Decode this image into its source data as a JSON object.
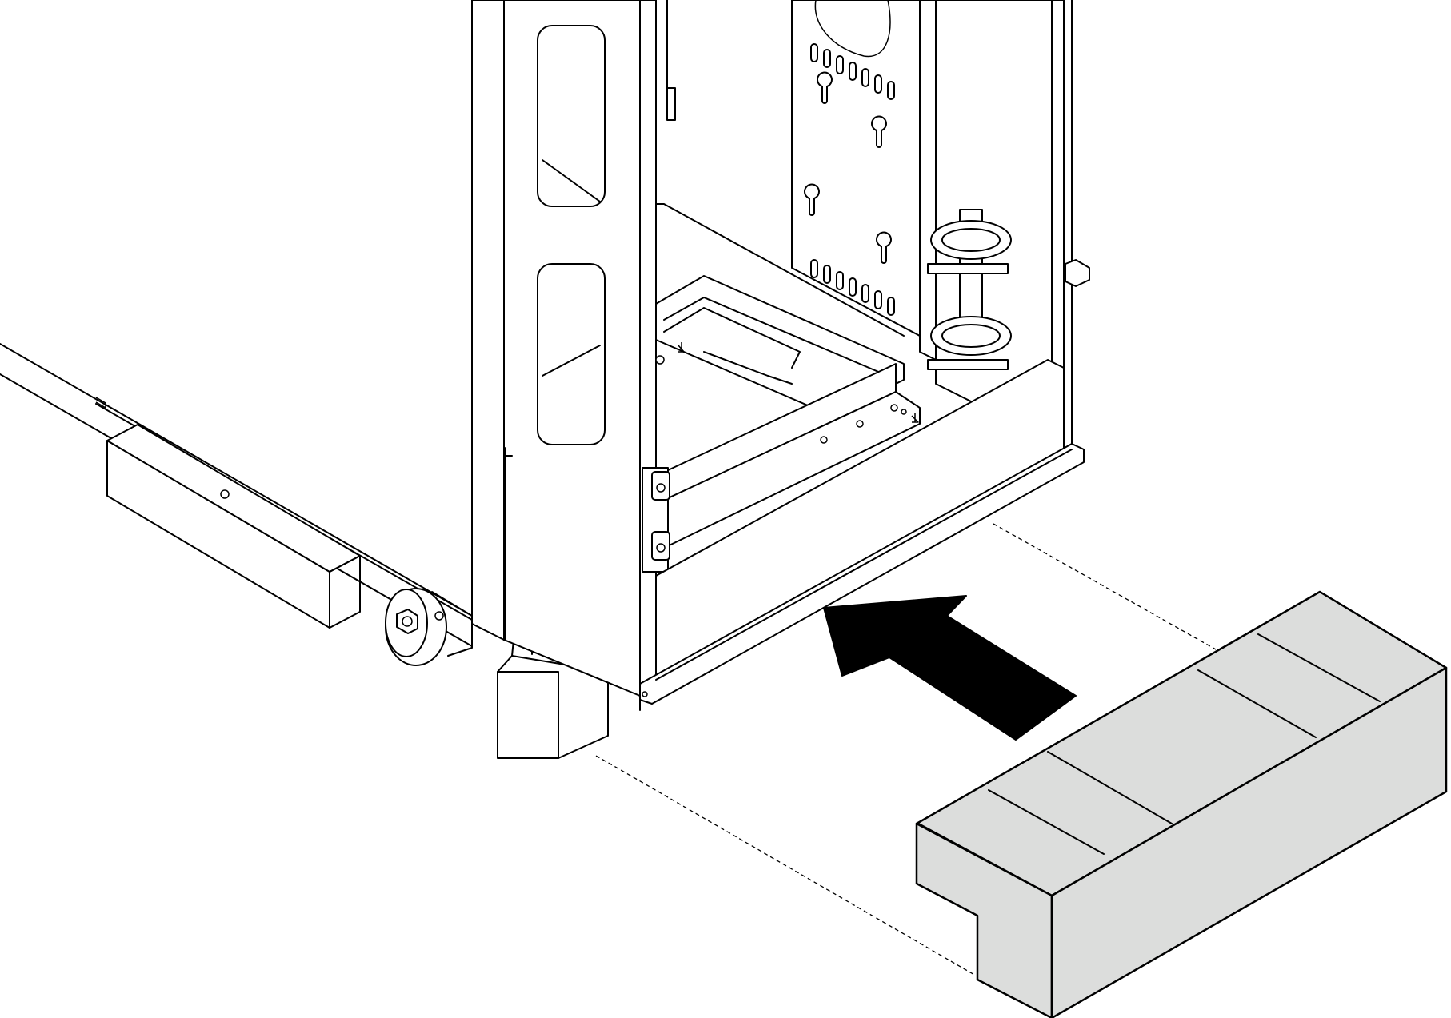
{
  "figure": {
    "colors": {
      "line": "#000000",
      "background": "#ffffff",
      "foam_block_fill": "#dcdddc",
      "arrow_fill": "#000000"
    },
    "elements": {
      "rack_cabinet": "rack-cabinet",
      "caster": "caster-wheel",
      "leveling_foot": "leveling-foot",
      "stabilizer_block": "stabilizer-block",
      "push_arrow": "push-arrow-icon",
      "alignment_guides": "dashed-alignment-lines"
    }
  }
}
